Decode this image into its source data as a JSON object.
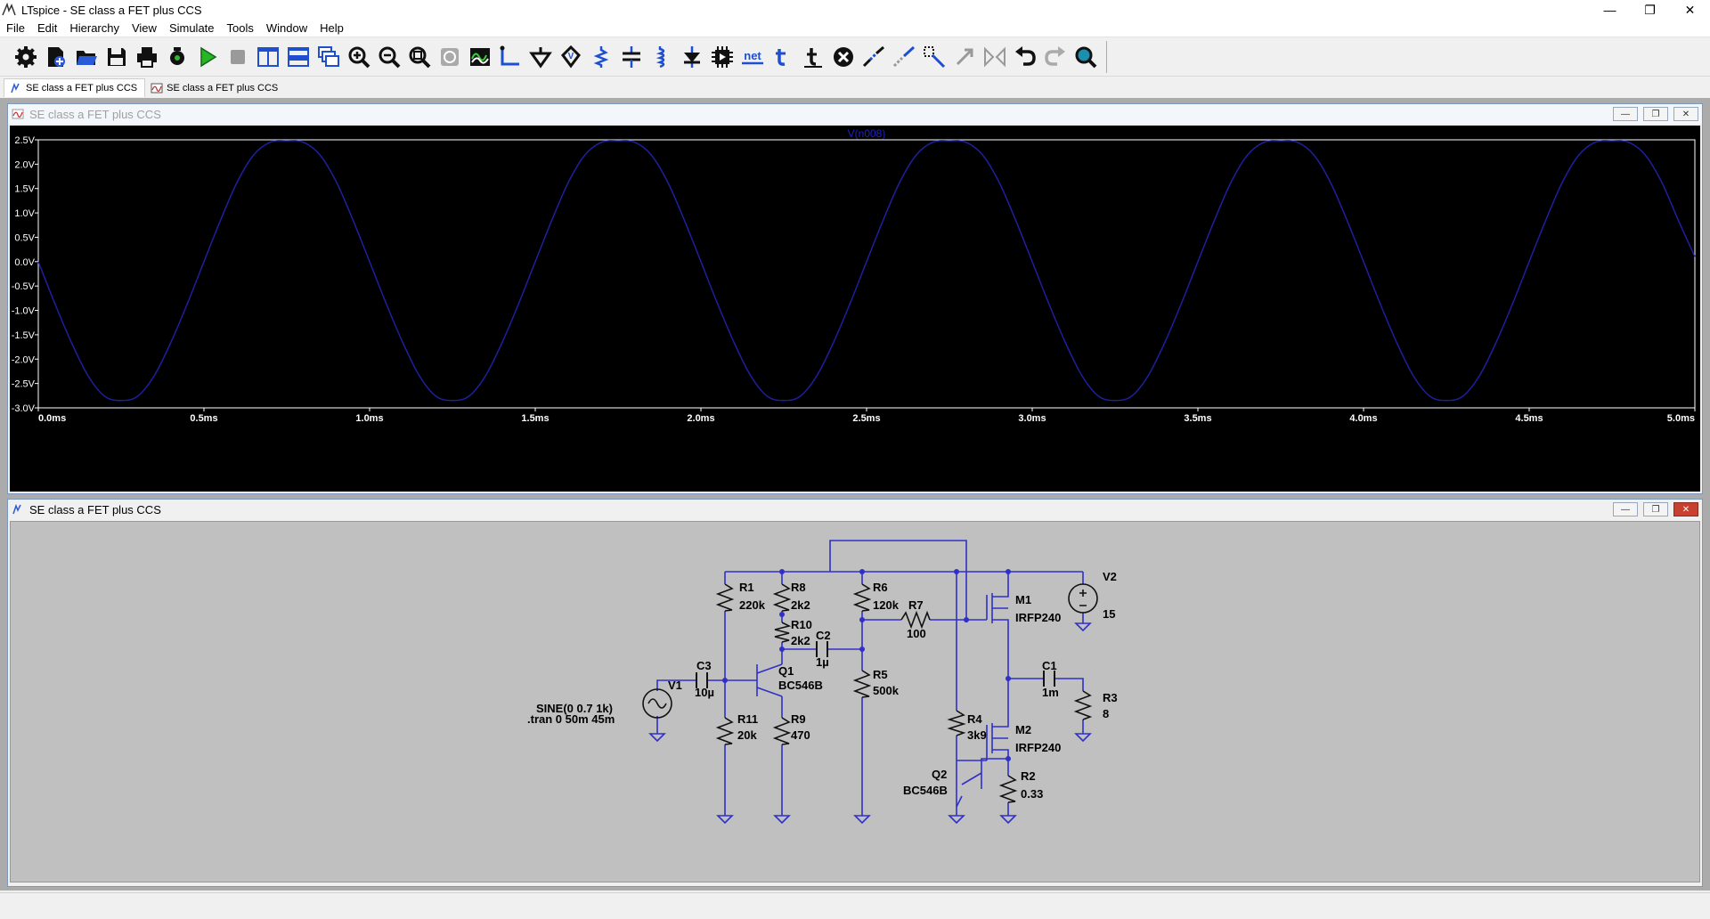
{
  "window": {
    "title": "LTspice - SE class a FET plus CCS",
    "minimize": "—",
    "maximize": "❐",
    "close": "✕"
  },
  "menu": [
    "File",
    "Edit",
    "Hierarchy",
    "View",
    "Simulate",
    "Tools",
    "Window",
    "Help"
  ],
  "toolbar": {
    "net_label": "net"
  },
  "tabs": [
    {
      "label": "SE class a FET plus CCS",
      "active": true,
      "icon": "schematic-icon"
    },
    {
      "label": "SE class a FET plus CCS",
      "active": false,
      "icon": "waveform-icon"
    }
  ],
  "plot_window": {
    "title": "SE class a FET plus CCS"
  },
  "schematic_window": {
    "title": "SE class a FET plus CCS"
  },
  "child_controls": {
    "min": "—",
    "max": "❐",
    "close": "✕"
  },
  "chart_data": {
    "type": "line",
    "title": "V(n008)",
    "xlabel": "",
    "ylabel": "",
    "xlim": [
      0,
      5
    ],
    "ylim": [
      -3.0,
      2.5
    ],
    "x_ticks": [
      "0.0ms",
      "0.5ms",
      "1.0ms",
      "1.5ms",
      "2.0ms",
      "2.5ms",
      "3.0ms",
      "3.5ms",
      "4.0ms",
      "4.5ms",
      "5.0ms"
    ],
    "y_ticks": [
      "2.5V",
      "2.0V",
      "1.5V",
      "1.0V",
      "0.5V",
      "0.0V",
      "-0.5V",
      "-1.0V",
      "-1.5V",
      "-2.0V",
      "-2.5V",
      "-3.0V"
    ],
    "series": [
      {
        "name": "V(n008)",
        "color": "#1f1f9f",
        "x": [
          0,
          0.05,
          0.1,
          0.15,
          0.2,
          0.25,
          0.3,
          0.35,
          0.4,
          0.45,
          0.5,
          0.55,
          0.6,
          0.65,
          0.7,
          0.75,
          0.8,
          0.85,
          0.9,
          0.95,
          1.0,
          1.05,
          1.1,
          1.15,
          1.2,
          1.25,
          1.3,
          1.35,
          1.4,
          1.45,
          1.5,
          1.55,
          1.6,
          1.65,
          1.7,
          1.75,
          1.8,
          1.85,
          1.9,
          1.95,
          2.0,
          2.05,
          2.1,
          2.15,
          2.2,
          2.25,
          2.3,
          2.35,
          2.4,
          2.45,
          2.5,
          2.55,
          2.6,
          2.65,
          2.7,
          2.75,
          2.8,
          2.85,
          2.9,
          2.95,
          3.0,
          3.05,
          3.1,
          3.15,
          3.2,
          3.25,
          3.3,
          3.35,
          3.4,
          3.45,
          3.5,
          3.55,
          3.6,
          3.65,
          3.7,
          3.75,
          3.8,
          3.85,
          3.9,
          3.95,
          4.0,
          4.05,
          4.1,
          4.15,
          4.2,
          4.25,
          4.3,
          4.35,
          4.4,
          4.45,
          4.5,
          4.55,
          4.6,
          4.65,
          4.7,
          4.75,
          4.8,
          4.85,
          4.9,
          4.95,
          5.0
        ],
        "y": [
          0.0,
          -0.86,
          -1.66,
          -2.34,
          -2.76,
          -2.85,
          -2.76,
          -2.34,
          -1.66,
          -0.86,
          0.0,
          0.85,
          1.63,
          2.19,
          2.45,
          2.48,
          2.45,
          2.19,
          1.63,
          0.85,
          0.0,
          -0.86,
          -1.66,
          -2.34,
          -2.76,
          -2.85,
          -2.76,
          -2.34,
          -1.66,
          -0.86,
          0.0,
          0.85,
          1.63,
          2.19,
          2.45,
          2.48,
          2.45,
          2.19,
          1.63,
          0.85,
          0.0,
          -0.86,
          -1.66,
          -2.34,
          -2.76,
          -2.85,
          -2.76,
          -2.34,
          -1.66,
          -0.86,
          0.0,
          0.85,
          1.63,
          2.19,
          2.45,
          2.48,
          2.45,
          2.19,
          1.63,
          0.85,
          0.0,
          -0.86,
          -1.66,
          -2.34,
          -2.76,
          -2.85,
          -2.76,
          -2.34,
          -1.66,
          -0.86,
          0.0,
          0.85,
          1.63,
          2.19,
          2.45,
          2.48,
          2.45,
          2.19,
          1.63,
          0.85,
          0.0,
          -0.86,
          -1.66,
          -2.34,
          -2.76,
          -2.85,
          -2.76,
          -2.34,
          -1.66,
          -0.86,
          0.0,
          0.85,
          1.63,
          2.19,
          2.45,
          2.48,
          2.45,
          2.19,
          1.63,
          0.85,
          0.1
        ]
      }
    ],
    "grid": false,
    "background": "#000000",
    "axis_color": "#ffffff"
  },
  "schematic": {
    "wire_color": "#3030c8",
    "labels": {
      "r1": "R1",
      "r1_val": "220k",
      "r8": "R8",
      "r8_val": "2k2",
      "r10": "R10",
      "r10_val": "2k2",
      "c2": "C2",
      "c2_val": "1µ",
      "r6": "R6",
      "r6_val": "120k",
      "r7": "R7",
      "r7_val": "100",
      "r5": "R5",
      "r5_val": "500k",
      "c3": "C3",
      "c3_val": "10µ",
      "q1": "Q1",
      "q1_val": "BC546B",
      "v1": "V1",
      "v1_spec": "SINE(0 0.7 1k)",
      "tran": ".tran 0 50m 45m",
      "r11": "R11",
      "r11_val": "20k",
      "r9": "R9",
      "r9_val": "470",
      "m1": "M1",
      "m1_val": "IRFP240",
      "v2": "V2",
      "v2_val": "15",
      "c1": "C1",
      "c1_val": "1m",
      "r3": "R3",
      "r3_val": "8",
      "r4": "R4",
      "r4_val": "3k9",
      "m2": "M2",
      "m2_val": "IRFP240",
      "q2": "Q2",
      "q2_val": "BC546B",
      "r2": "R2",
      "r2_val": "0.33"
    }
  }
}
